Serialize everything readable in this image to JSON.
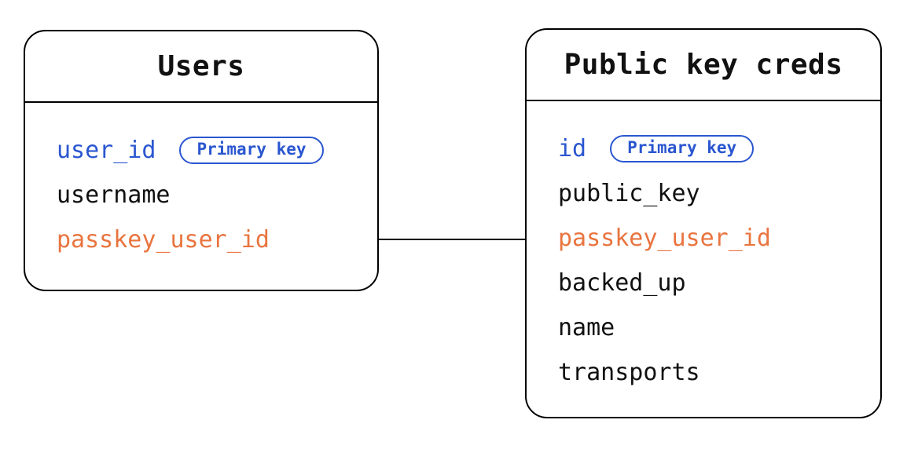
{
  "diagram": {
    "background": "#ffffff",
    "tables": [
      {
        "title": "Users",
        "fields": [
          {
            "name": "user_id",
            "color": "blue",
            "badge": "Primary key"
          },
          {
            "name": "username",
            "color": "black"
          },
          {
            "name": "passkey_user_id",
            "color": "orange"
          }
        ]
      },
      {
        "title": "Public key creds",
        "fields": [
          {
            "name": "id",
            "color": "blue",
            "badge": "Primary key"
          },
          {
            "name": "public_key",
            "color": "black"
          },
          {
            "name": "passkey_user_id",
            "color": "orange"
          },
          {
            "name": "backed_up",
            "color": "black"
          },
          {
            "name": "name",
            "color": "black"
          },
          {
            "name": "transports",
            "color": "black"
          }
        ]
      }
    ],
    "relationship": {
      "from": "Users.passkey_user_id",
      "to": "Public key creds.passkey_user_id"
    },
    "colors": {
      "primary_key_blue": "#2a56d0",
      "foreign_key_orange": "#e9743f",
      "text_black": "#111111",
      "border_black": "#000000"
    }
  }
}
